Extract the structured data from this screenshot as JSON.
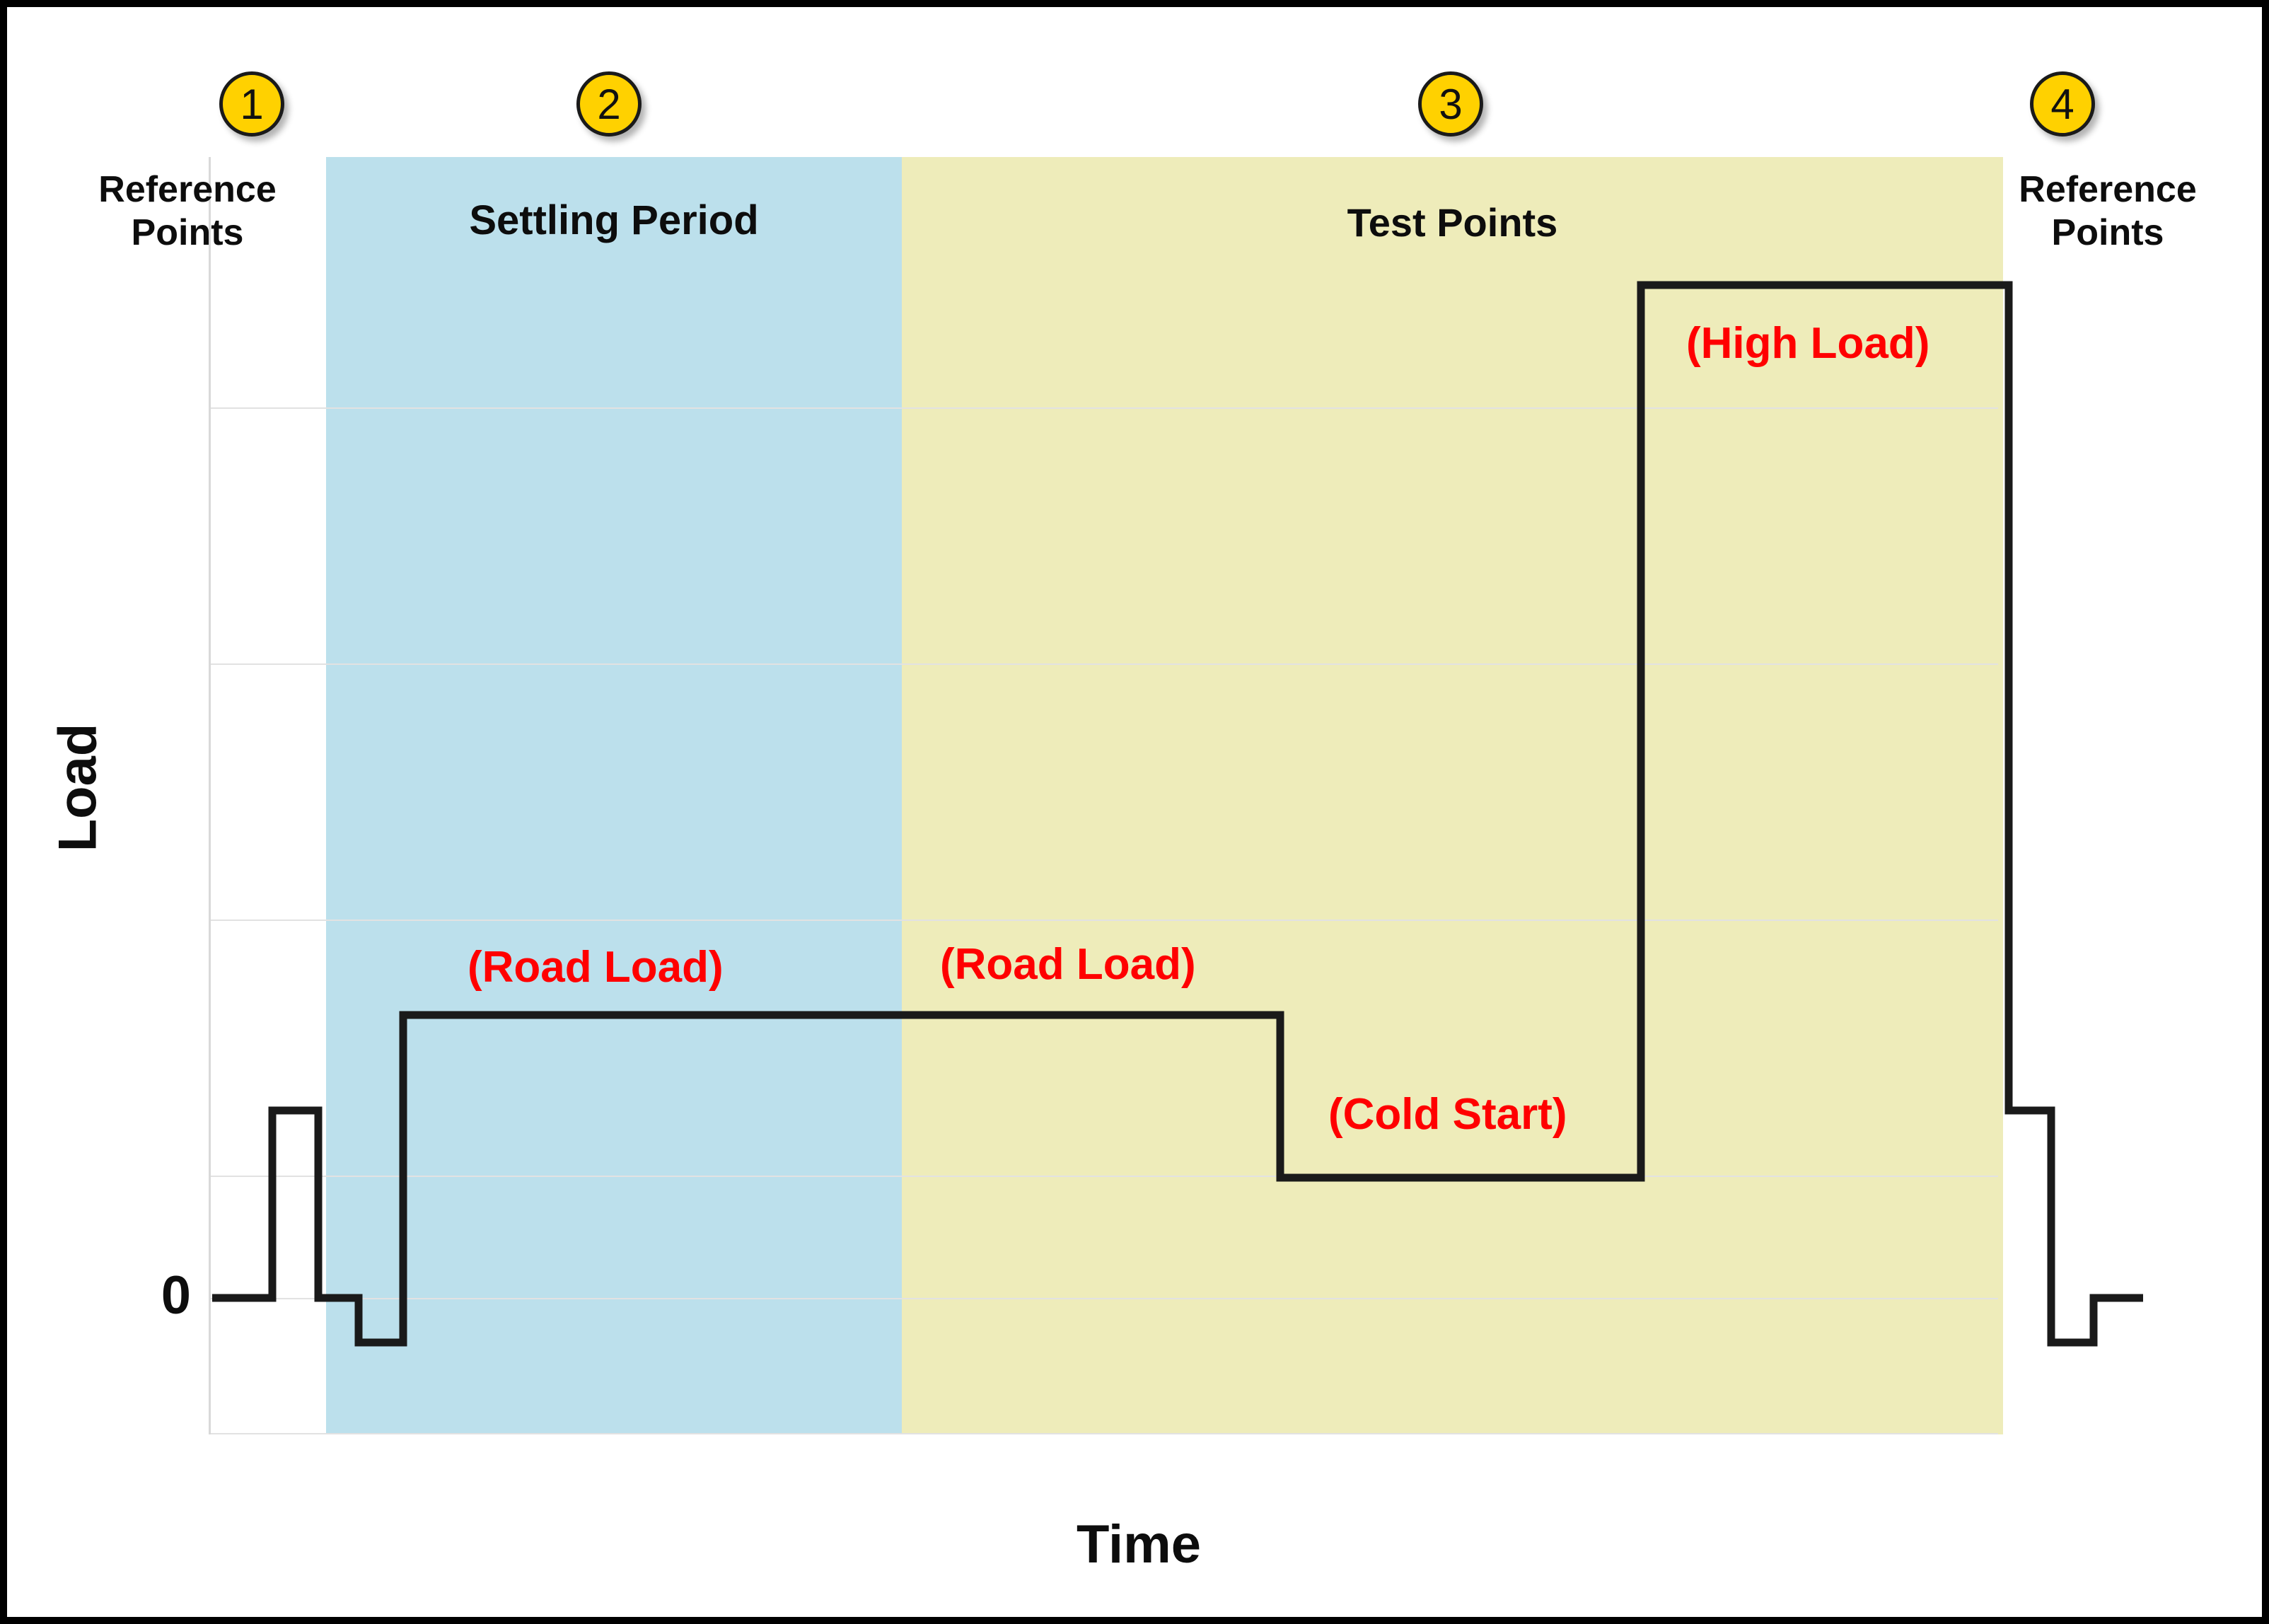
{
  "figure": {
    "border_color": "#000000",
    "background": "#ffffff"
  },
  "axes": {
    "x_title": "Time",
    "y_title": "Load",
    "y_zero_tick": "0",
    "grid": true
  },
  "badges": [
    {
      "number": "1"
    },
    {
      "number": "2"
    },
    {
      "number": "3"
    },
    {
      "number": "4"
    }
  ],
  "regions": [
    {
      "label": "Reference\nPoints",
      "color": "#ffffff"
    },
    {
      "label": "Settling Period",
      "color": "#bce0ec"
    },
    {
      "label": "Test Points",
      "color": "#eeecba"
    },
    {
      "label": "Reference\nPoints",
      "color": "#ffffff"
    }
  ],
  "annotations": [
    {
      "text": "(High Load)",
      "color": "#ff0000"
    },
    {
      "text": "(Road Load)",
      "color": "#ff0000"
    },
    {
      "text": "(Road Load)",
      "color": "#ff0000"
    },
    {
      "text": "(Cold Start)",
      "color": "#ff0000"
    }
  ],
  "chart_data": {
    "type": "line",
    "title": "",
    "xlabel": "Time",
    "ylabel": "Load",
    "xlim": [
      0,
      100
    ],
    "ylim": [
      -8,
      100
    ],
    "grid": true,
    "legend": null,
    "gridlines_y": [
      10,
      25,
      40,
      55,
      70,
      85
    ],
    "series": [
      {
        "name": "Load profile",
        "style": "step",
        "color": "#1a1a1a",
        "x": [
          0.0,
          3.4,
          3.4,
          6.0,
          6.0,
          8.4,
          8.4,
          10.6,
          10.6,
          38.7,
          38.7,
          60.0,
          60.0,
          80.9,
          80.9,
          99.1,
          99.1,
          100.0,
          100.0,
          101.9,
          101.9,
          104.2
        ],
        "y": [
          0,
          0,
          23,
          23,
          0,
          0,
          -8,
          -8,
          34,
          34,
          34,
          34,
          12,
          12,
          92,
          92,
          92,
          20,
          20,
          -8,
          -8,
          0
        ]
      }
    ],
    "phases": [
      {
        "name": "Reference Points",
        "x_start": 0,
        "x_end": 10.6,
        "shading": "none",
        "load_levels": [
          0,
          23,
          0,
          -8
        ]
      },
      {
        "name": "Settling Period",
        "x_start": 10.6,
        "x_end": 38.7,
        "shading": "#bce0ec",
        "load_levels": [
          34
        ],
        "annotation": "(Road Load)"
      },
      {
        "name": "Test Points",
        "x_start": 38.7,
        "x_end": 99.1,
        "shading": "#eeecba",
        "load_levels": [
          34,
          12,
          92
        ],
        "annotations": [
          "(Road Load)",
          "(Cold Start)",
          "(High Load)"
        ]
      },
      {
        "name": "Reference Points",
        "x_start": 99.1,
        "x_end": 104.2,
        "shading": "none",
        "load_levels": [
          20,
          -8,
          0
        ]
      }
    ]
  }
}
